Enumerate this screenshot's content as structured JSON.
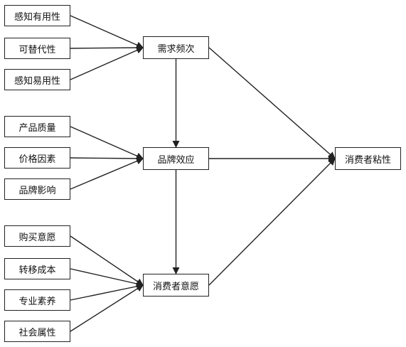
{
  "nodes": {
    "usefulness": "感知有用性",
    "substitute": "可替代性",
    "easeofuse": "感知易用性",
    "quality": "产品质量",
    "price": "价格因素",
    "brandinfl": "品牌影响",
    "purchase": "购买意愿",
    "switchcost": "转移成本",
    "literacy": "专业素养",
    "social": "社会属性",
    "demand": "需求频次",
    "brand": "品牌效应",
    "intention": "消费者意愿",
    "stickiness": "消费者粘性"
  },
  "edges": [
    [
      "usefulness",
      "demand"
    ],
    [
      "substitute",
      "demand"
    ],
    [
      "easeofuse",
      "demand"
    ],
    [
      "quality",
      "brand"
    ],
    [
      "price",
      "brand"
    ],
    [
      "brandinfl",
      "brand"
    ],
    [
      "purchase",
      "intention"
    ],
    [
      "switchcost",
      "intention"
    ],
    [
      "literacy",
      "intention"
    ],
    [
      "social",
      "intention"
    ],
    [
      "demand",
      "brand"
    ],
    [
      "brand",
      "intention"
    ],
    [
      "demand",
      "stickiness"
    ],
    [
      "brand",
      "stickiness"
    ],
    [
      "intention",
      "stickiness"
    ]
  ],
  "colors": {
    "stroke": "#222222",
    "fill": "#ffffff",
    "text": "#111111"
  }
}
